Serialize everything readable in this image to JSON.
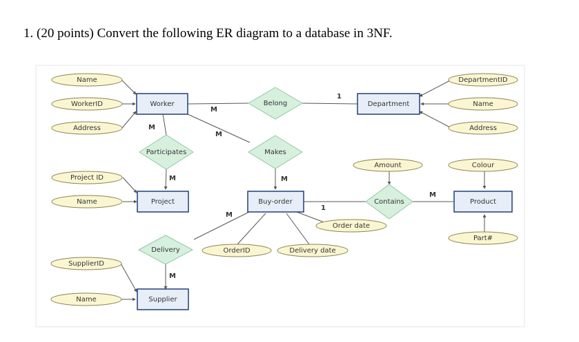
{
  "question": "1. (20 points) Convert the following ER diagram to a database in 3NF.",
  "colors": {
    "entity_fill": "#e8eef8",
    "entity_stroke": "#1f3f7a",
    "relationship_fill": "#d7f0de",
    "relationship_stroke": "#8fc79f",
    "attribute_fill": "#fbf6d2",
    "attribute_stroke": "#8a8450",
    "line": "#555555"
  },
  "entities": {
    "worker": "Worker",
    "department": "Department",
    "project": "Project",
    "buy_order": "Buy-order",
    "product": "Product",
    "supplier": "Supplier"
  },
  "relationships": {
    "belong": "Belong",
    "participates": "Participates",
    "makes": "Makes",
    "contains": "Contains",
    "delivery": "Delivery"
  },
  "attributes": {
    "worker_name": "Name",
    "worker_id": "WorkerID",
    "worker_address": "Address",
    "department_id": "DepartmentID",
    "department_name": "Name",
    "department_address": "Address",
    "project_id": "Project ID",
    "project_name": "Name",
    "amount": "Amount",
    "colour": "Colour",
    "part_no": "Part#",
    "order_date": "Order date",
    "order_id": "OrderID",
    "delivery_date": "Delivery date",
    "supplier_id": "SupplierID",
    "supplier_name": "Name"
  },
  "cardinalities": {
    "worker_belong": "M",
    "belong_department": "1",
    "worker_participates": "M",
    "participates_project": "M",
    "worker_makes": "M",
    "makes_buyorder": "M",
    "project_buyorder": "M",
    "buyorder_orderdate": "1",
    "contains_product": "M",
    "delivery_supplier": "M"
  }
}
